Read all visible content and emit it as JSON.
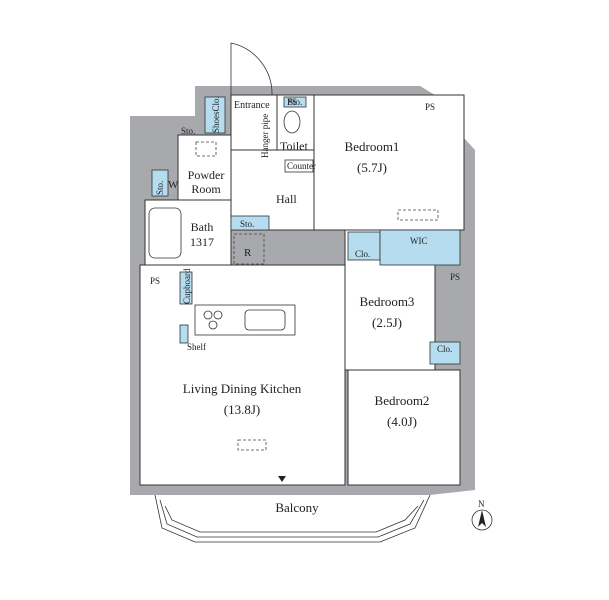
{
  "rooms": {
    "entrance": "Entrance",
    "shoes_closet": "ShoesClo.",
    "storage_label": "Sto.",
    "toilet": "Toilet",
    "ps": "PS",
    "counter": "Counter",
    "hanger_pipe": "Hanger pipe",
    "bedroom1": "Bedroom1",
    "bedroom1_size": "(5.7J)",
    "powder_room_line1": "Powder",
    "powder_room_line2": "Room",
    "washer": "W",
    "hall": "Hall",
    "bath_line1": "Bath",
    "bath_line2": "1317",
    "refrigerator": "R",
    "closet": "Clo.",
    "wic": "WIC",
    "cupboard": "Cupboard",
    "shelf": "Shelf",
    "bedroom3": "Bedroom3",
    "bedroom3_size": "(2.5J)",
    "ldk": "Living Dining Kitchen",
    "ldk_size": "(13.8J)",
    "bedroom2": "Bedroom2",
    "bedroom2_size": "(4.0J)",
    "balcony": "Balcony"
  },
  "compass": {
    "north": "N"
  },
  "colors": {
    "wall": "#a7a9ac",
    "storage": "#b5dcef",
    "line": "#333333"
  }
}
